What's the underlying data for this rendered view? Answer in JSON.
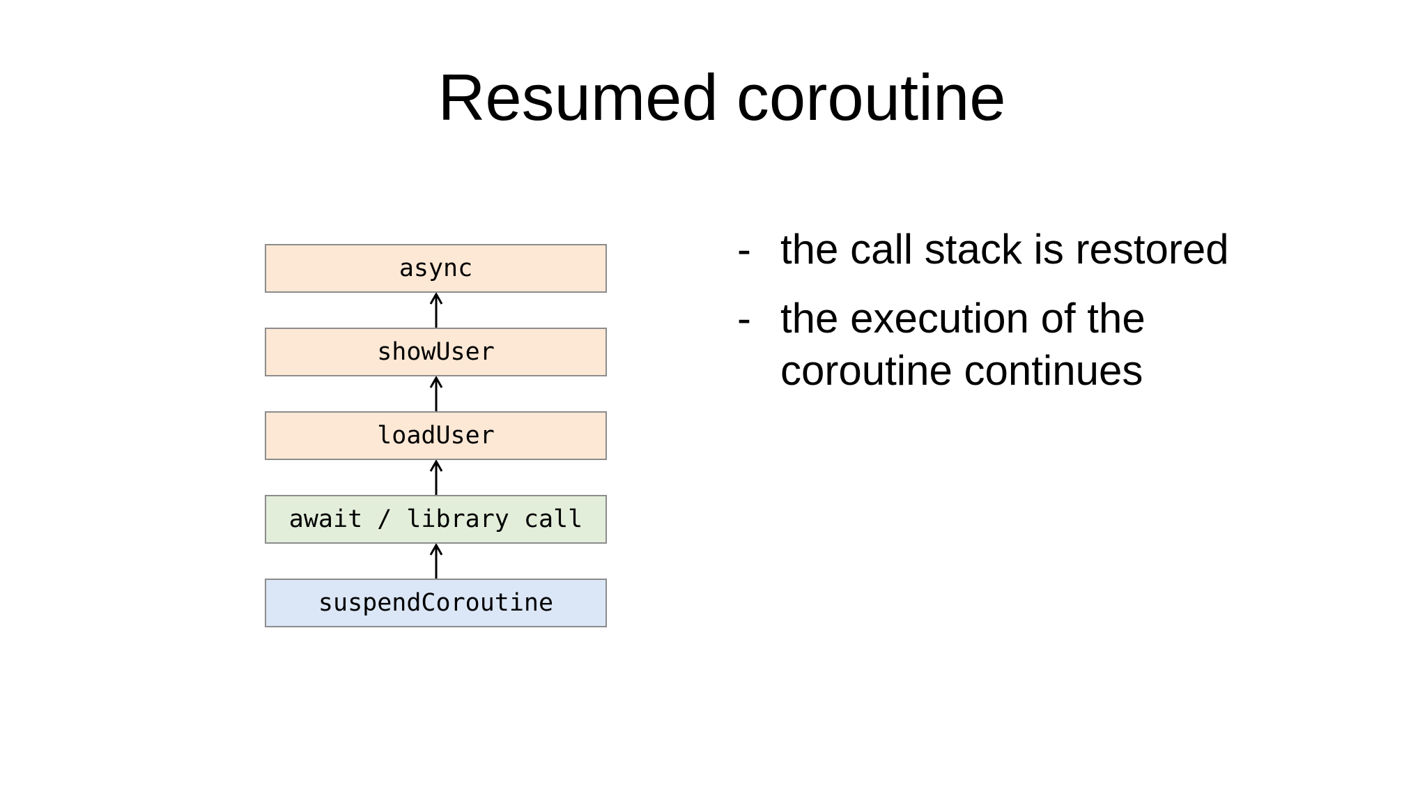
{
  "slide": {
    "title": "Resumed coroutine",
    "background_color": "#ffffff",
    "text_color": "#000000"
  },
  "diagram": {
    "description": "call stack of a resumed coroutine, boxes connected by upward arrows",
    "arrow_color": "#000000",
    "arrow_direction": "up",
    "box_border_color": "#8c8c8c",
    "boxes": [
      {
        "label": "async",
        "fill": "#fce8d5",
        "border": "#8c8c8c"
      },
      {
        "label": "showUser",
        "fill": "#fce8d5",
        "border": "#8c8c8c"
      },
      {
        "label": "loadUser",
        "fill": "#fce8d5",
        "border": "#8c8c8c"
      },
      {
        "label": "await / library call",
        "fill": "#e3eeda",
        "border": "#8c8c8c"
      },
      {
        "label": "suspendCoroutine",
        "fill": "#dbe7f6",
        "border": "#8c8c8c"
      }
    ]
  },
  "bullets": {
    "marker": "-",
    "items": [
      {
        "text": "the call stack is restored"
      },
      {
        "text": "the execution of the coroutine continues"
      }
    ]
  }
}
